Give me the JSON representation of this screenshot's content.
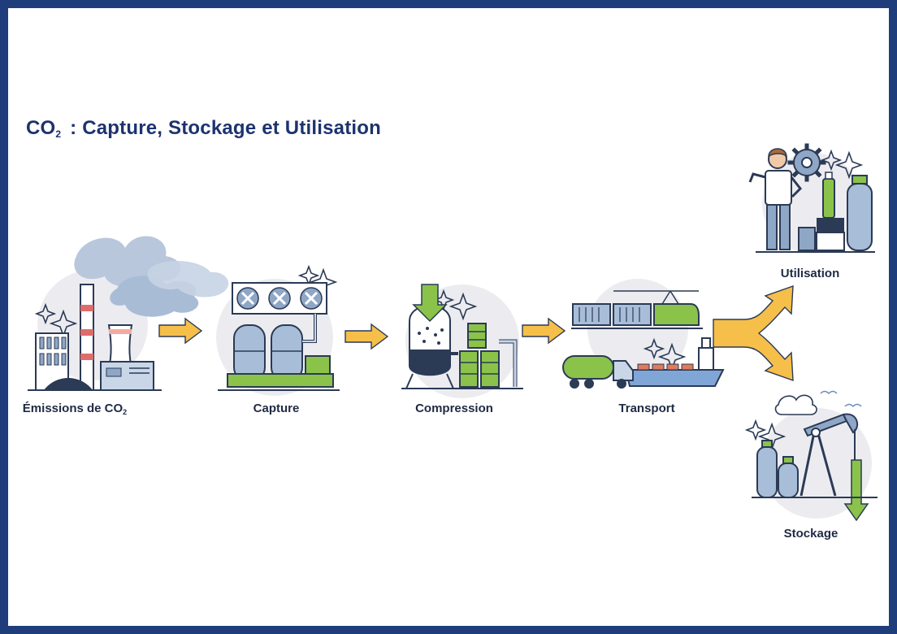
{
  "title": {
    "prefix": "CO",
    "sub": "2",
    "rest": " : Capture, Stockage et Utilisation"
  },
  "stages": {
    "emissions": {
      "label": "Émissions de CO",
      "sub": "2"
    },
    "capture": {
      "label": "Capture"
    },
    "compression": {
      "label": "Compression"
    },
    "transport": {
      "label": "Transport"
    },
    "utilisation": {
      "label": "Utilisation"
    },
    "stockage": {
      "label": "Stockage"
    }
  },
  "colors": {
    "frame": "#1f3d7a",
    "title": "#1d3370",
    "arrow": "#f5bf4a",
    "outline": "#2b3a55",
    "green": "#8bc34a",
    "steel": "#8fa7c6",
    "circle": "#ececf0"
  }
}
